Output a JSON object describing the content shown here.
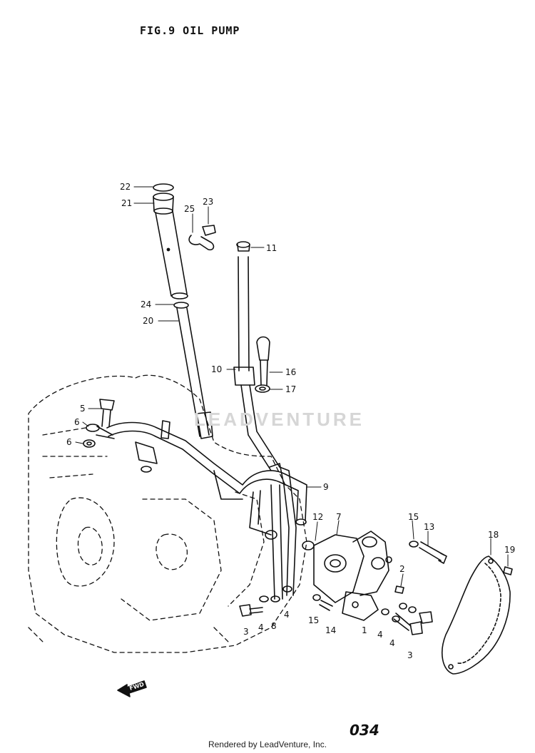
{
  "figure": {
    "title": "FIG.9  OIL PUMP",
    "page_number": "034",
    "footer": "Rendered by LeadVenture, Inc.",
    "watermark": "LEADVENTURE",
    "fwd_label": "FWD"
  },
  "callouts": [
    "22",
    "21",
    "25",
    "23",
    "11",
    "24",
    "20",
    "10",
    "16",
    "17",
    "5",
    "6",
    "6",
    "9",
    "12",
    "7",
    "15",
    "13",
    "18",
    "19",
    "2",
    "3",
    "4",
    "8",
    "4",
    "15",
    "14",
    "1",
    "4",
    "4",
    "3"
  ]
}
